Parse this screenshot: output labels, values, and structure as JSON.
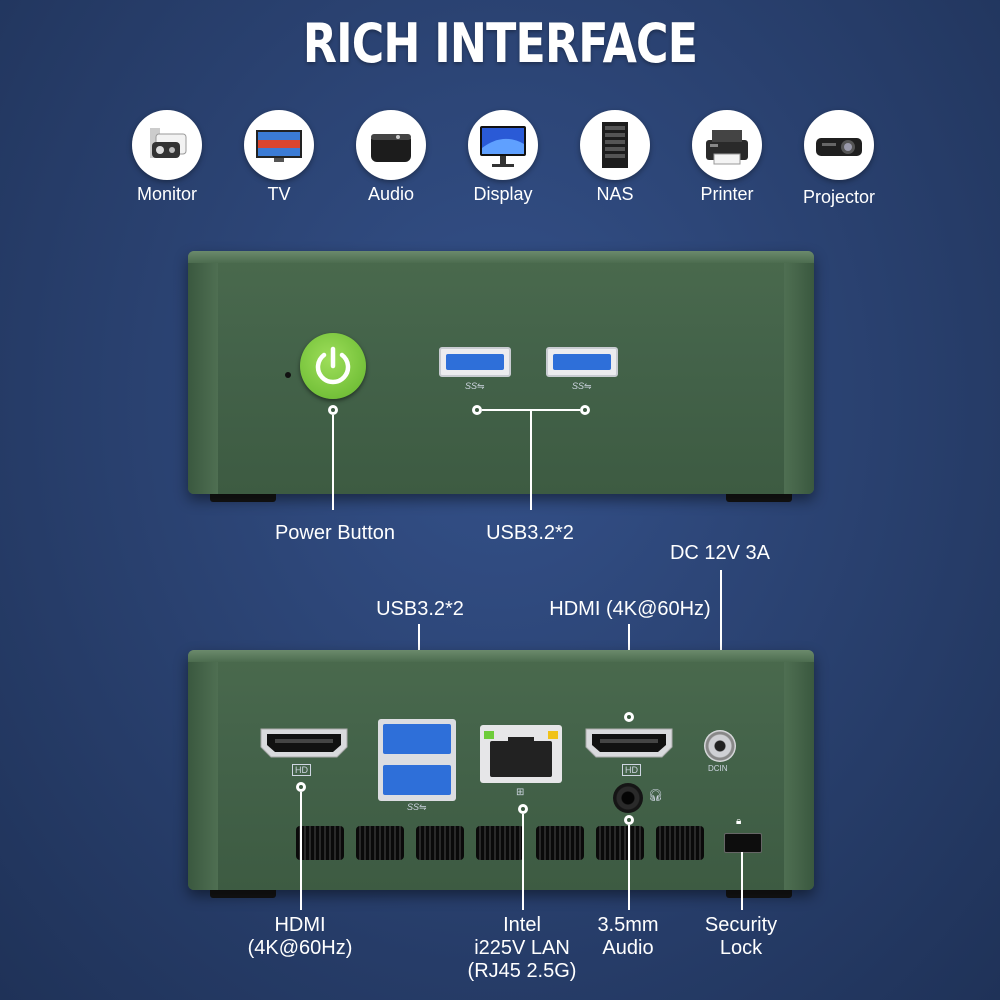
{
  "title": "RICH INTERFACE",
  "devices": [
    {
      "label": "Monitor",
      "icon": "security-camera-icon"
    },
    {
      "label": "TV",
      "icon": "tv-icon"
    },
    {
      "label": "Audio",
      "icon": "speaker-icon"
    },
    {
      "label": "Display",
      "icon": "display-icon"
    },
    {
      "label": "NAS",
      "icon": "nas-server-icon"
    },
    {
      "label": "Printer",
      "icon": "printer-icon"
    },
    {
      "label": "Projector",
      "icon": "projector-icon"
    }
  ],
  "front": {
    "power_label": "Power Button",
    "usb_label": "USB3.2*2",
    "usb_ss_mark": "SS⇋"
  },
  "rear": {
    "usb_label": "USB3.2*2",
    "hdmi_top_label": "HDMI (4K@60Hz)",
    "dc_label": "DC 12V 3A",
    "hdmi_bottom_label_1": "HDMI",
    "hdmi_bottom_label_2": "(4K@60Hz)",
    "lan_label_1": "Intel",
    "lan_label_2": "i225V LAN",
    "lan_label_3": "(RJ45 2.5G)",
    "audio_label_1": "3.5mm",
    "audio_label_2": "Audio",
    "lock_label_1": "Security",
    "lock_label_2": "Lock",
    "hd_mark": "HD",
    "dcin_mark": "DCIN"
  },
  "colors": {
    "background": "#2b4373",
    "case_green": "#44634a",
    "power_green": "#7cc242",
    "usb_blue": "#2e6fd9"
  }
}
